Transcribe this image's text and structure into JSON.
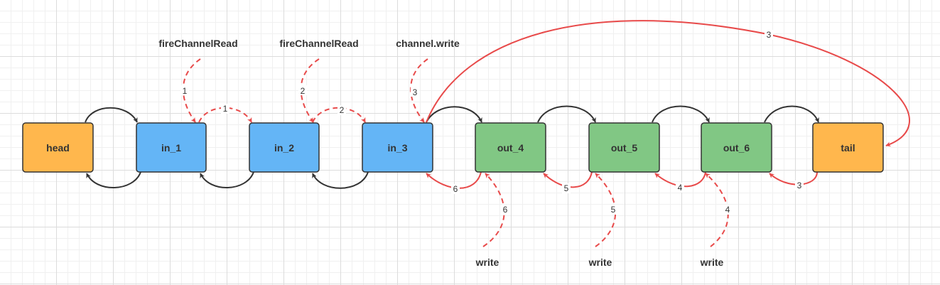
{
  "colors": {
    "head_tail": "#ffb74d",
    "inbound": "#64b5f6",
    "outbound": "#81c784",
    "arrow_red": "#e84a4a",
    "arrow_black": "#333333"
  },
  "nodes": {
    "head": "head",
    "in_1": "in_1",
    "in_2": "in_2",
    "in_3": "in_3",
    "out_4": "out_4",
    "out_5": "out_5",
    "out_6": "out_6",
    "tail": "tail"
  },
  "events": {
    "fire_read_1": "fireChannelRead",
    "fire_read_2": "fireChannelRead",
    "channel_write": "channel.write",
    "write_4": "write",
    "write_5": "write",
    "write_6": "write"
  },
  "steps": {
    "fire_read_1_trigger": "1",
    "in1_to_in2": "1",
    "fire_read_2_trigger": "2",
    "in2_to_in3": "2",
    "channel_write_trigger": "3",
    "in3_to_tail": "3",
    "tail_to_out6": "3",
    "out6_to_out5": "4",
    "out5_to_out4": "5",
    "out4_to_in3": "6",
    "write_6_trigger": "4",
    "write_5_trigger": "5",
    "write_4_trigger": "6"
  }
}
